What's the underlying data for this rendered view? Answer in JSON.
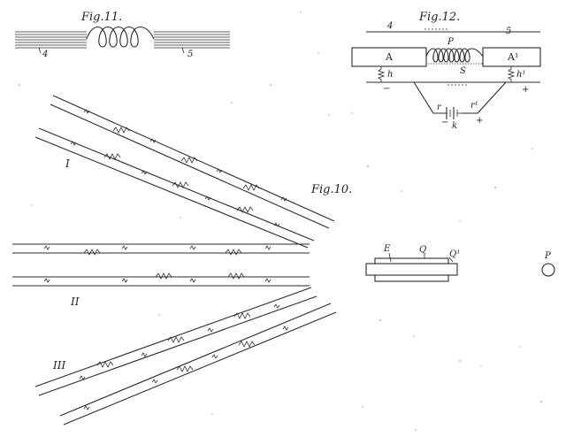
{
  "figures": {
    "fig11": {
      "title": "Fig.11.",
      "left_label": "4",
      "right_label": "5"
    },
    "fig12": {
      "title": "Fig.12.",
      "top_left_label": "4",
      "top_right_label": "5",
      "box_a_label": "A",
      "box_a1_label": "A¹",
      "coil_label": "P",
      "spring_label": "S",
      "left_resistor_label": "h",
      "right_resistor_label": "h¹",
      "minus_label": "−",
      "plus_label": "+",
      "r_left_label": "r",
      "r_right_label": "r¹",
      "battery_label": "k",
      "battery_minus": "−",
      "battery_plus": "+"
    },
    "fig10": {
      "title": "Fig.10.",
      "group_labels": [
        "I",
        "II",
        "III"
      ],
      "plate_labels": {
        "left": "E",
        "middle": "Q",
        "right": "Q¹"
      },
      "point_label": "P"
    }
  }
}
